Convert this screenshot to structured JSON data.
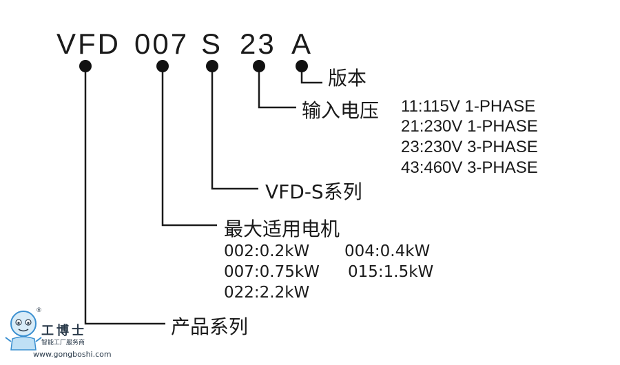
{
  "code": {
    "prefix": "VFD",
    "capacity": "007",
    "series": "S",
    "voltage": "23",
    "version": "A"
  },
  "labels": {
    "version": "版本",
    "input_voltage": "输入电压",
    "series": "VFD-S系列",
    "max_motor": "最大适用电机",
    "product_series": "产品系列"
  },
  "voltage_options": [
    "11:115V 1-PHASE",
    "21:230V 1-PHASE",
    "23:230V 3-PHASE",
    "43:460V 3-PHASE"
  ],
  "motor_options": [
    "002:0.2kW",
    "004:0.4kW",
    "007:0.75kW",
    "015:1.5kW",
    "022:2.2kW"
  ],
  "watermark": {
    "brand": "工博士",
    "tagline": "智能工厂服务商",
    "url": "www.gongboshi.com",
    "mark": "®"
  },
  "colors": {
    "ink": "#1a1a1a",
    "logo_blue": "#3a8fd0"
  }
}
